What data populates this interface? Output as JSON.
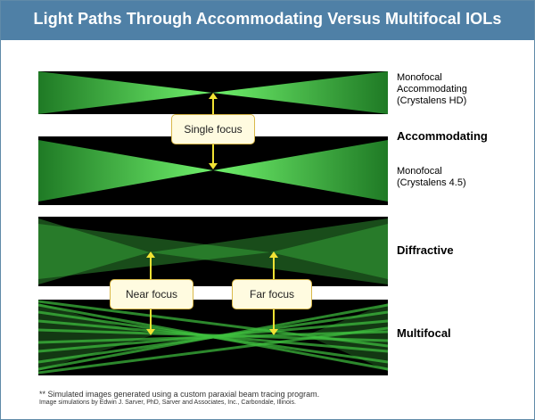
{
  "header": {
    "title": "Light Paths Through Accommodating Versus Multifocal IOLs"
  },
  "labels": {
    "mono_hd": "Monofocal\nAccommodating\n(Crystalens HD)",
    "accommodating": "Accommodating",
    "mono_45": "Monofocal\n(Crystalens 4.5)",
    "diffractive": "Diffractive",
    "multifocal": "Multifocal"
  },
  "callouts": {
    "single": "Single focus",
    "near": "Near focus",
    "far": "Far focus"
  },
  "footnote": {
    "line1": "** Simulated images generated using a custom paraxial beam tracing program.",
    "line2": "Image simulations by Edwin J. Sarver, PhD, Sarver and Associates, Inc., Carbondale, Illinois."
  },
  "colors": {
    "header_bg": "#4f80a6",
    "beam": "#3ecb3e",
    "callout_border": "#d9b84a",
    "arrow": "#f1e234"
  }
}
